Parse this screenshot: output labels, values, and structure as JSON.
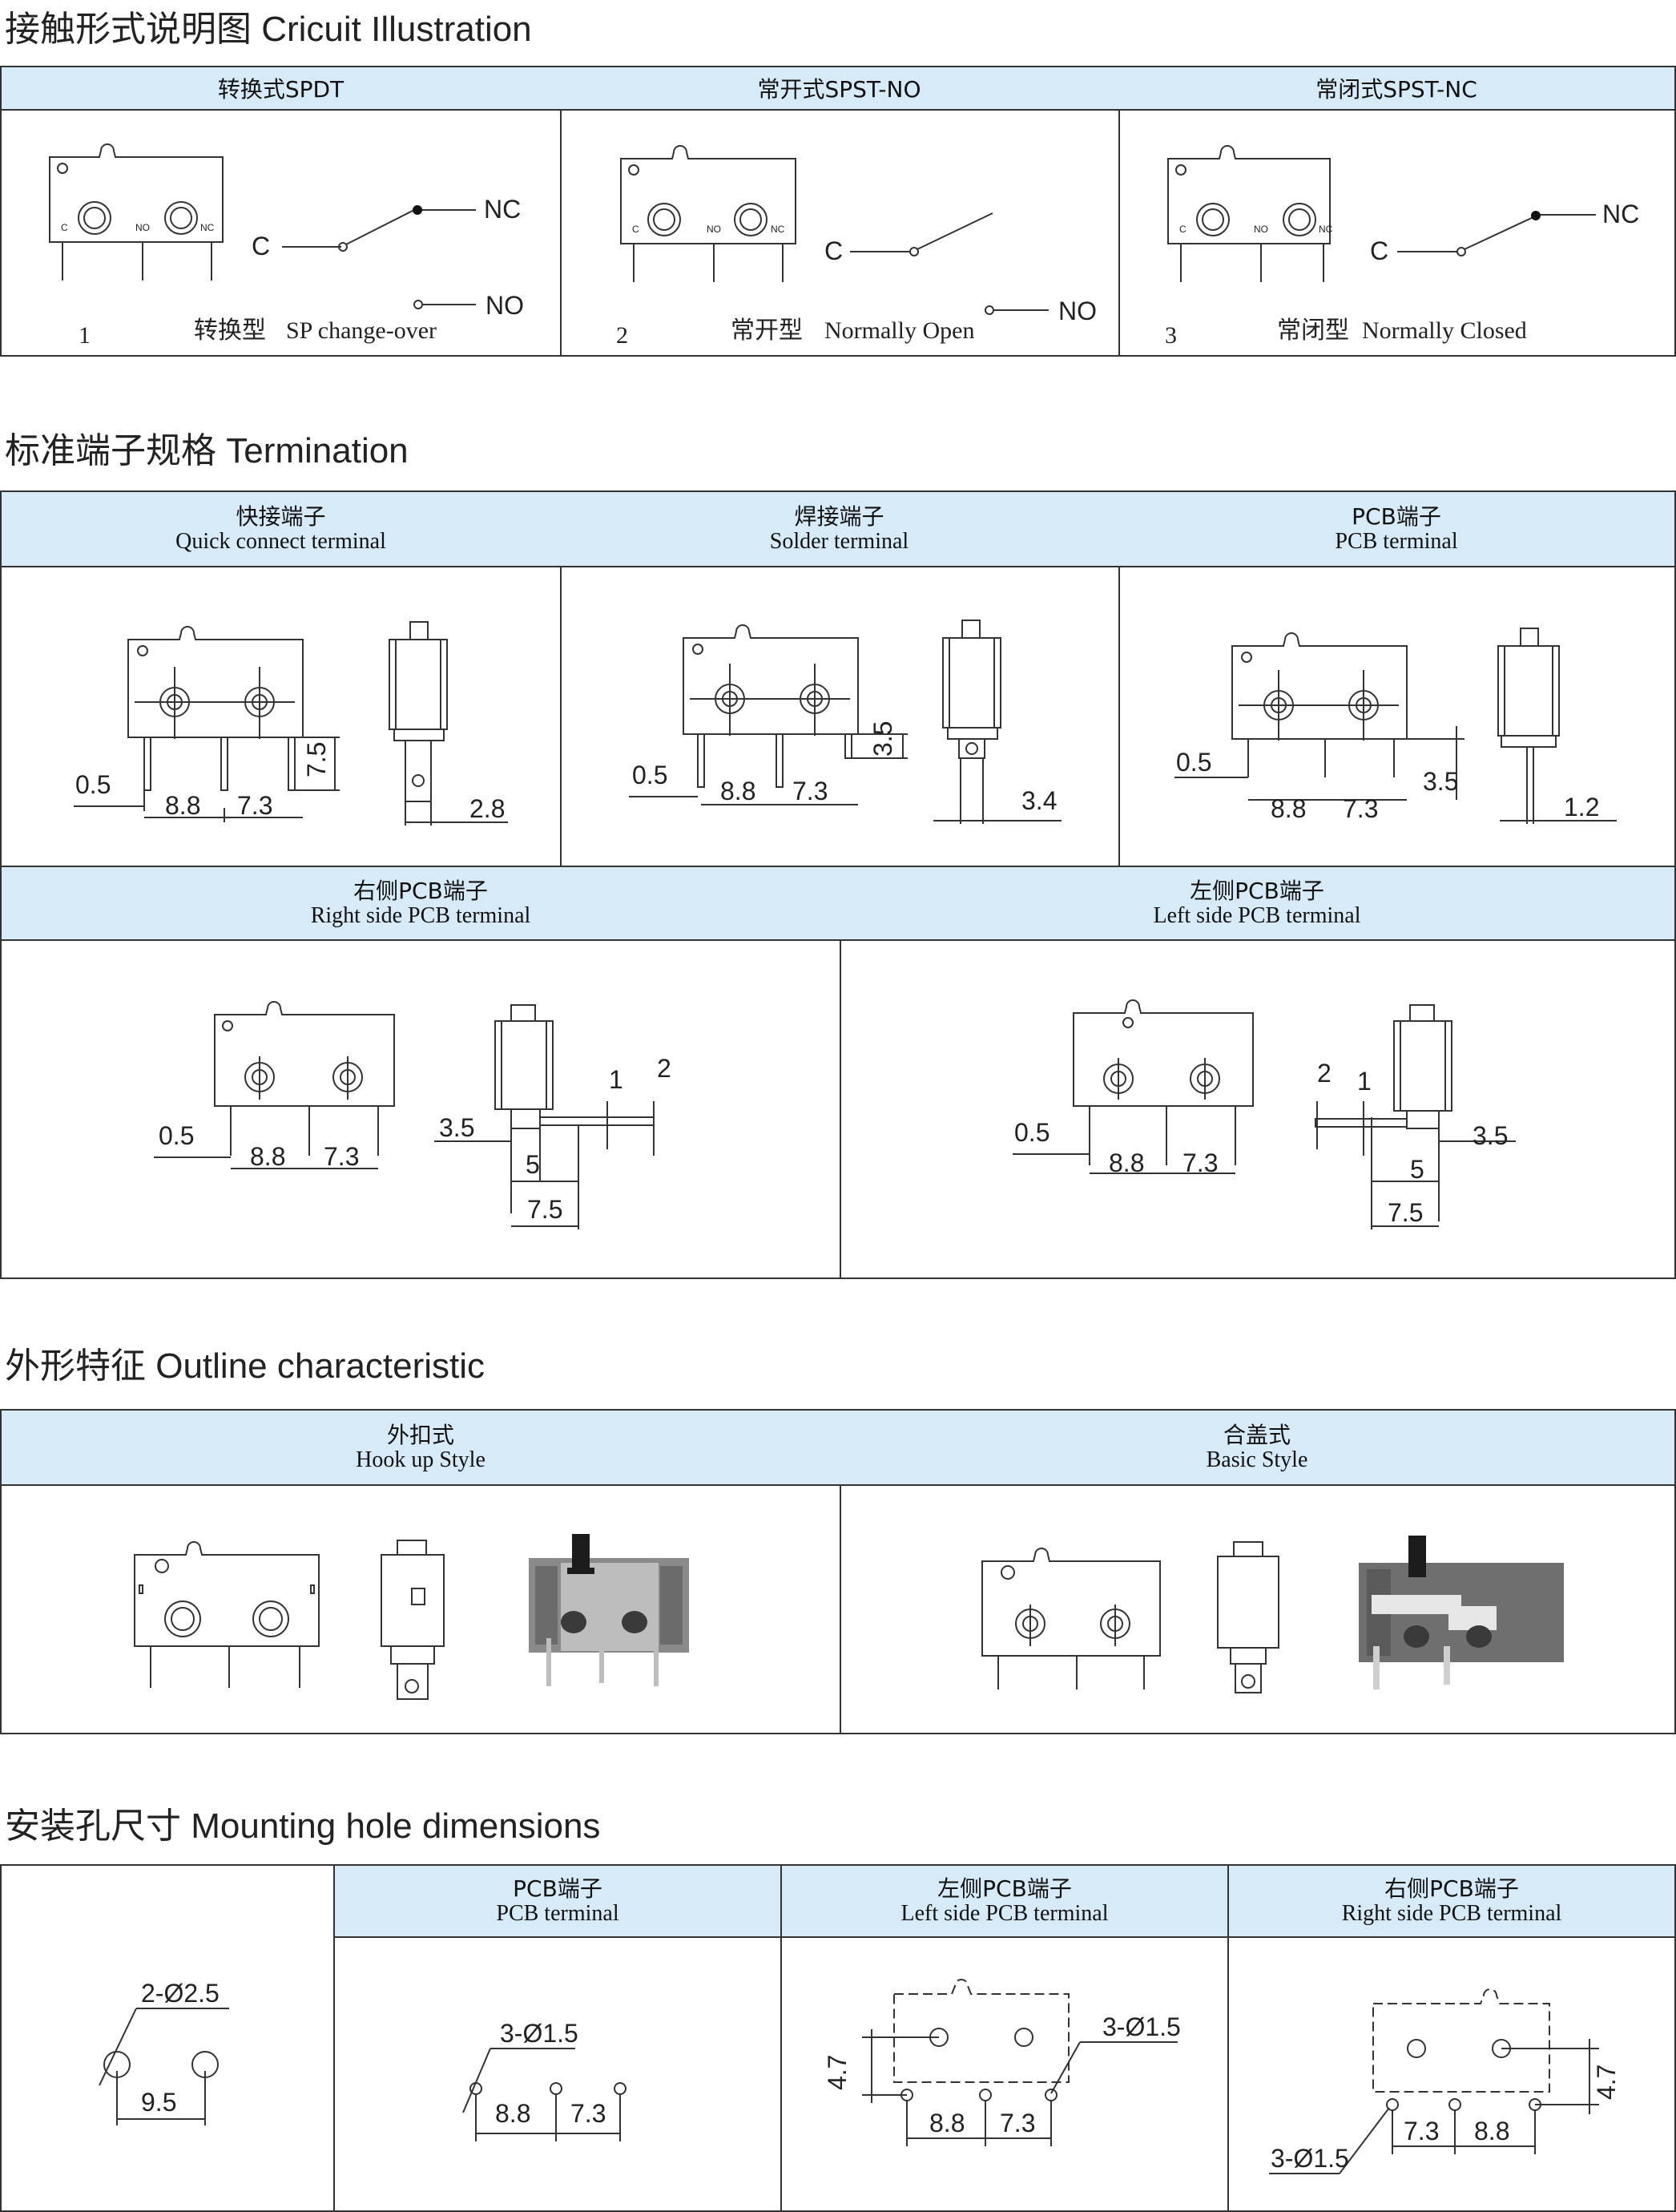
{
  "circuit": {
    "title": "接触形式说明图  Cricuit Illustration",
    "headers": [
      "转换式SPDT",
      "常开式SPST-NO",
      "常闭式SPST-NC"
    ],
    "captions": [
      {
        "num": "1",
        "cn": "转换型",
        "en": "SP change-over"
      },
      {
        "num": "2",
        "cn": "常开型",
        "en": "Normally Open"
      },
      {
        "num": "3",
        "cn": "常闭型",
        "en": "Normally Closed"
      }
    ],
    "terminal_c": "C",
    "terminal_nc": "NC",
    "terminal_no": "NO",
    "pin_c": "C",
    "pin_no": "NO",
    "pin_nc": "NC"
  },
  "termination": {
    "title": "标准端子规格  Termination",
    "row1": [
      {
        "cn": "快接端子",
        "en": "Quick connect terminal",
        "dims": [
          "0.5",
          "8.8",
          "7.3",
          "7.5",
          "2.8"
        ]
      },
      {
        "cn": "焊接端子",
        "en": "Solder terminal",
        "dims": [
          "0.5",
          "8.8",
          "7.3",
          "3.5",
          "3.4"
        ]
      },
      {
        "cn": "PCB端子",
        "en": "PCB terminal",
        "dims": [
          "0.5",
          "8.8",
          "7.3",
          "3.5",
          "1.2"
        ]
      }
    ],
    "row2": [
      {
        "cn": "右侧PCB端子",
        "en": "Right side PCB terminal",
        "dims": [
          "0.5",
          "8.8",
          "7.3",
          "3.5",
          "1",
          "2",
          "5",
          "7.5"
        ]
      },
      {
        "cn": "左侧PCB端子",
        "en": "Left side PCB terminal",
        "dims": [
          "0.5",
          "8.8",
          "7.3",
          "2",
          "1",
          "3.5",
          "5",
          "7.5"
        ]
      }
    ]
  },
  "outline": {
    "title": "外形特征  Outline characteristic",
    "cols": [
      {
        "cn": "外扣式",
        "en": "Hook up Style"
      },
      {
        "cn": "合盖式",
        "en": "Basic Style"
      }
    ]
  },
  "mounting": {
    "title": "安装孔尺寸 Mounting hole dimensions",
    "cols": [
      {
        "cn": "",
        "en": "",
        "dims": [
          "2-Ø2.5",
          "9.5"
        ]
      },
      {
        "cn": "PCB端子",
        "en": "PCB terminal",
        "dims": [
          "3-Ø1.5",
          "8.8",
          "7.3"
        ]
      },
      {
        "cn": "左侧PCB端子",
        "en": "Left side PCB terminal",
        "dims": [
          "3-Ø1.5",
          "4.7",
          "8.8",
          "7.3"
        ]
      },
      {
        "cn": "右侧PCB端子",
        "en": "Right side PCB terminal",
        "dims": [
          "3-Ø1.5",
          "4.7",
          "7.3",
          "8.8"
        ]
      }
    ]
  },
  "colors": {
    "header_bg": "#d6eaf8",
    "border": "#333333",
    "photo_body": "#5a5a5a"
  }
}
